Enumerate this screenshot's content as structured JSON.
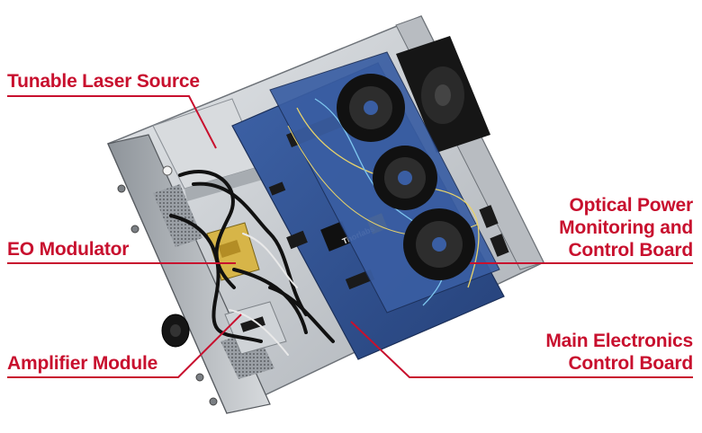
{
  "callouts": {
    "tunable_laser": "Tunable Laser Source",
    "eo_modulator": "EO Modulator",
    "amplifier": "Amplifier Module",
    "optical_power": [
      "Optical Power",
      "Monitoring and",
      "Control Board"
    ],
    "main_electronics": [
      "Main Electronics",
      "Control Board"
    ]
  },
  "board_brand": "Thorlabs",
  "colors": {
    "callout": "#c8102e",
    "pcb": "#2f4f8f",
    "chassis": "#c9cdd2",
    "cable": "#1a1a1a",
    "fiber_spool": "#111111"
  }
}
